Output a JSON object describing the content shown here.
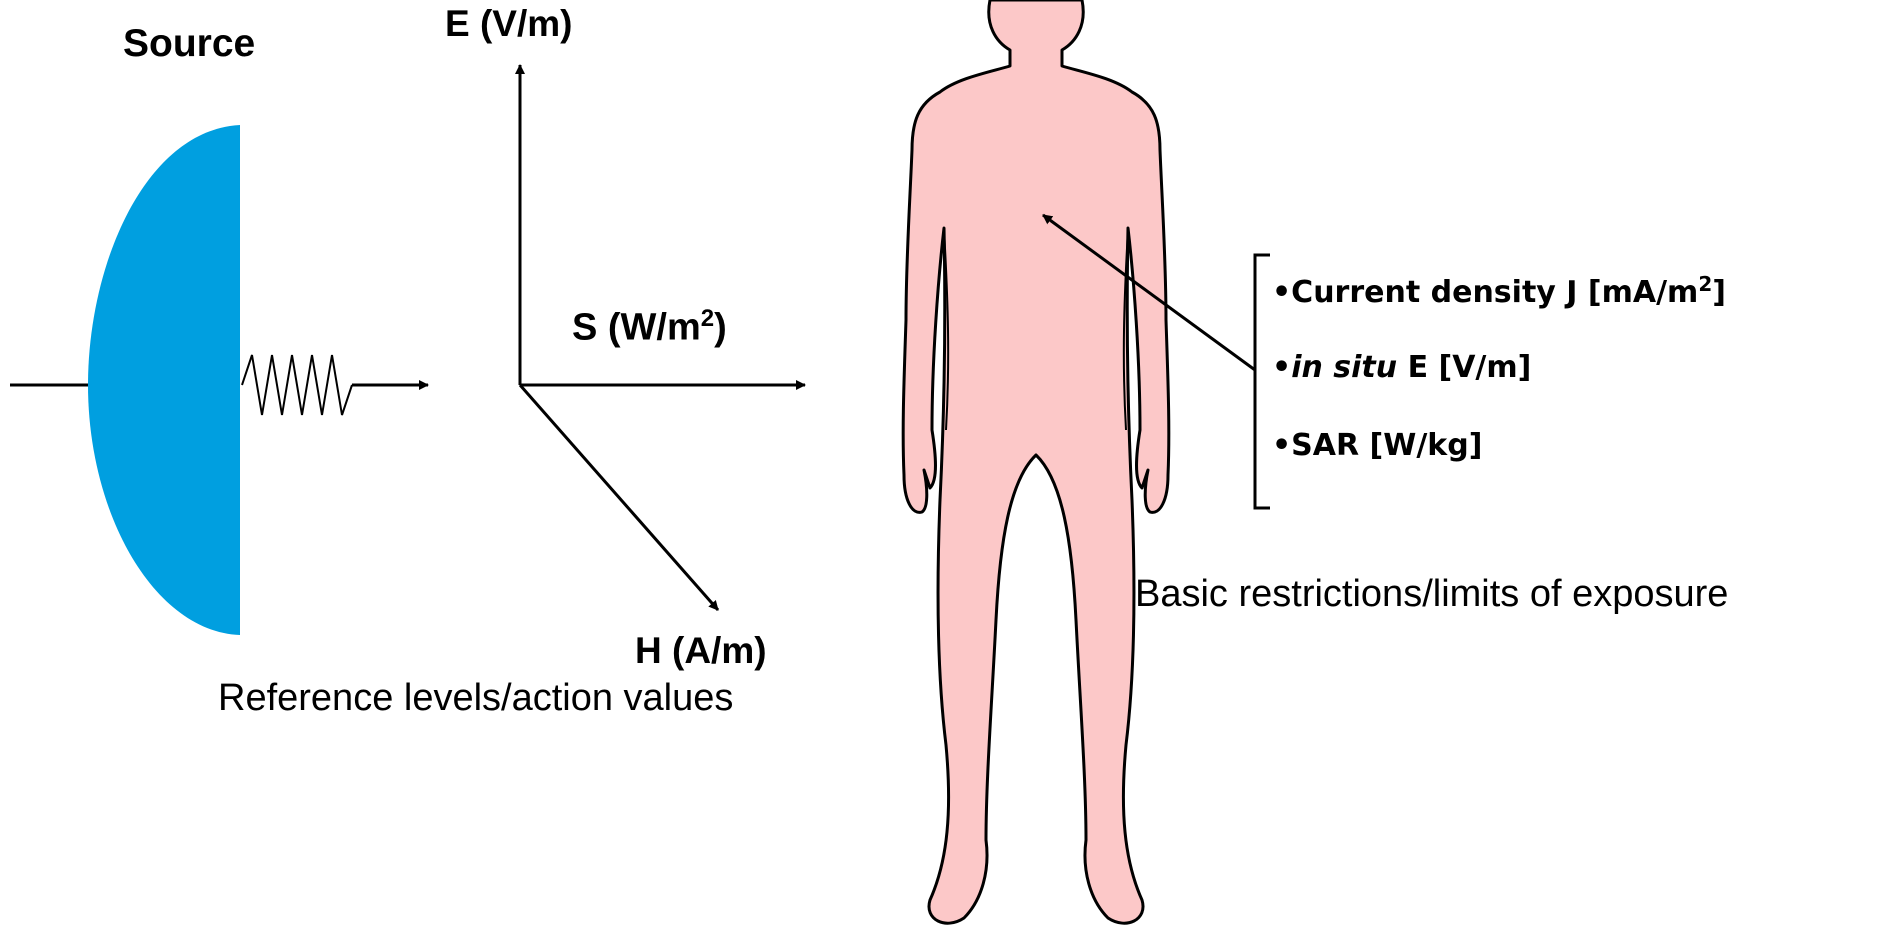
{
  "source_label": "Source",
  "field_axes": {
    "e_label": "E (V/m)",
    "s_label": "S (W/m",
    "s_label_sup": "2",
    "s_label_end": ")",
    "h_label": "H (A/m)"
  },
  "reference_caption": "Reference levels/action values",
  "basic_caption": "Basic restrictions/limits of exposure",
  "quantities": {
    "current_density": "•Current density J [mA/m",
    "current_density_sup": "2",
    "current_density_end": "]",
    "in_situ_bullet": "•",
    "in_situ_italic": "in situ",
    "in_situ_rest": " E [V/m]",
    "sar": "•SAR [W/kg]"
  },
  "colors": {
    "source_fill": "#009fe0",
    "body_fill": "#fcc8c8",
    "line": "#000000"
  }
}
